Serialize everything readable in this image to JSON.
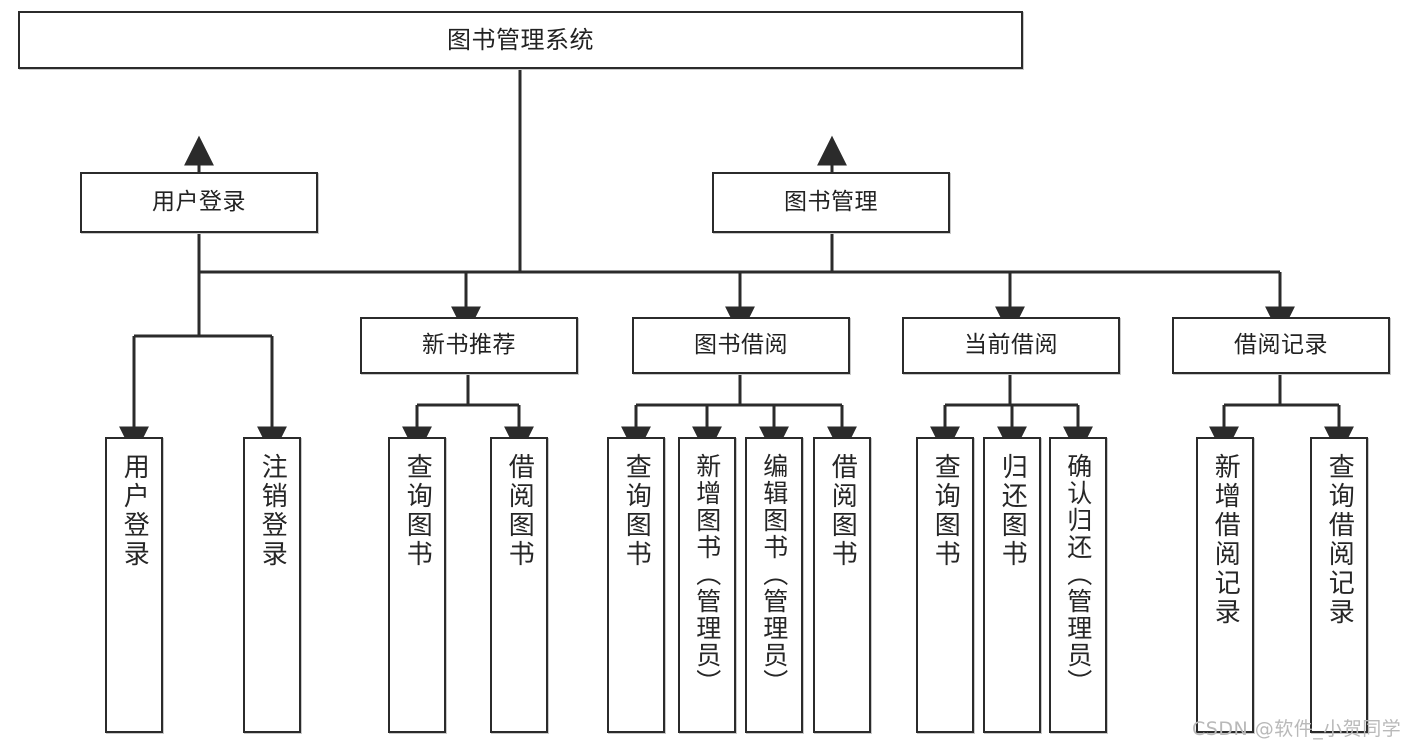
{
  "diagram": {
    "title": "图书管理系统",
    "type": "tree",
    "root": {
      "label": "图书管理系统"
    },
    "level1": [
      {
        "id": "user-login",
        "label": "用户登录"
      },
      {
        "id": "book-manage",
        "label": "图书管理"
      }
    ],
    "level2": [
      {
        "id": "new-book-recommend",
        "label": "新书推荐",
        "parent": "book-manage"
      },
      {
        "id": "book-borrow",
        "label": "图书借阅",
        "parent": "book-manage"
      },
      {
        "id": "current-borrow",
        "label": "当前借阅",
        "parent": "book-manage"
      },
      {
        "id": "borrow-record",
        "label": "借阅记录",
        "parent": "book-manage"
      }
    ],
    "leaves": {
      "user_login": [
        {
          "id": "leaf-user-login",
          "label": "用户登录"
        },
        {
          "id": "leaf-logout-login",
          "label": "注销登录"
        }
      ],
      "new_book_recommend": [
        {
          "id": "leaf-query-book-1",
          "label": "查询图书"
        },
        {
          "id": "leaf-borrow-book-1",
          "label": "借阅图书"
        }
      ],
      "book_borrow": [
        {
          "id": "leaf-query-book-2",
          "label": "查询图书"
        },
        {
          "id": "leaf-add-book",
          "label": "新增图书（管理员）"
        },
        {
          "id": "leaf-edit-book",
          "label": "编辑图书（管理员）"
        },
        {
          "id": "leaf-borrow-book-2",
          "label": "借阅图书"
        }
      ],
      "current_borrow": [
        {
          "id": "leaf-query-book-3",
          "label": "查询图书"
        },
        {
          "id": "leaf-return-book",
          "label": "归还图书"
        },
        {
          "id": "leaf-confirm-return",
          "label": "确认归还（管理员）"
        }
      ],
      "borrow_record": [
        {
          "id": "leaf-add-borrow-record",
          "label": "新增借阅记录"
        },
        {
          "id": "leaf-query-borrow-record",
          "label": "查询借阅记录"
        }
      ]
    }
  },
  "watermark": {
    "text": "CSDN @软件_小贺同学"
  },
  "colors": {
    "box_border": "#2b2b2b",
    "box_fill": "#ffffff",
    "edge": "#2b2b2b",
    "text": "#222222",
    "watermark": "#b9b9b9",
    "background": "#ffffff"
  }
}
